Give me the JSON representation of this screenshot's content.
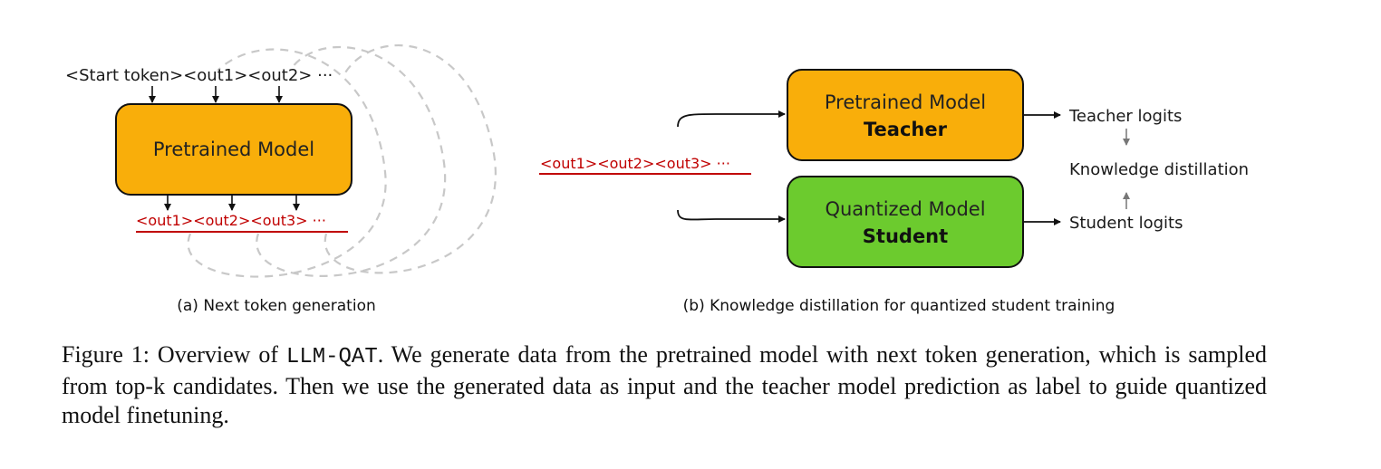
{
  "panel_a": {
    "input_tokens": "<Start token><out1><out2> ···",
    "model_label": "Pretrained Model",
    "output_tokens": "<out1><out2><out3> ···",
    "subcaption": "(a) Next token generation"
  },
  "panel_b": {
    "input_tokens": "<out1><out2><out3> ···",
    "teacher_title": "Pretrained Model",
    "teacher_role": "Teacher",
    "student_title": "Quantized Model",
    "student_role": "Student",
    "teacher_logits": "Teacher logits",
    "kd_label": "Knowledge distillation",
    "student_logits": "Student logits",
    "subcaption": "(b) Knowledge distillation for quantized student training"
  },
  "colors": {
    "orange_box": "#F9AE0A",
    "green_box": "#6CCB2E",
    "red_text": "#C00000",
    "dashed_arc": "#C8C8C8"
  },
  "caption": {
    "label": "Figure 1: Overview of ",
    "code": "LLM-QAT",
    "text": ". We generate data from the pretrained model with next token generation, which is sampled from top-k candidates. Then we use the generated data as input and the teacher model prediction as label to guide quantized model finetuning."
  }
}
